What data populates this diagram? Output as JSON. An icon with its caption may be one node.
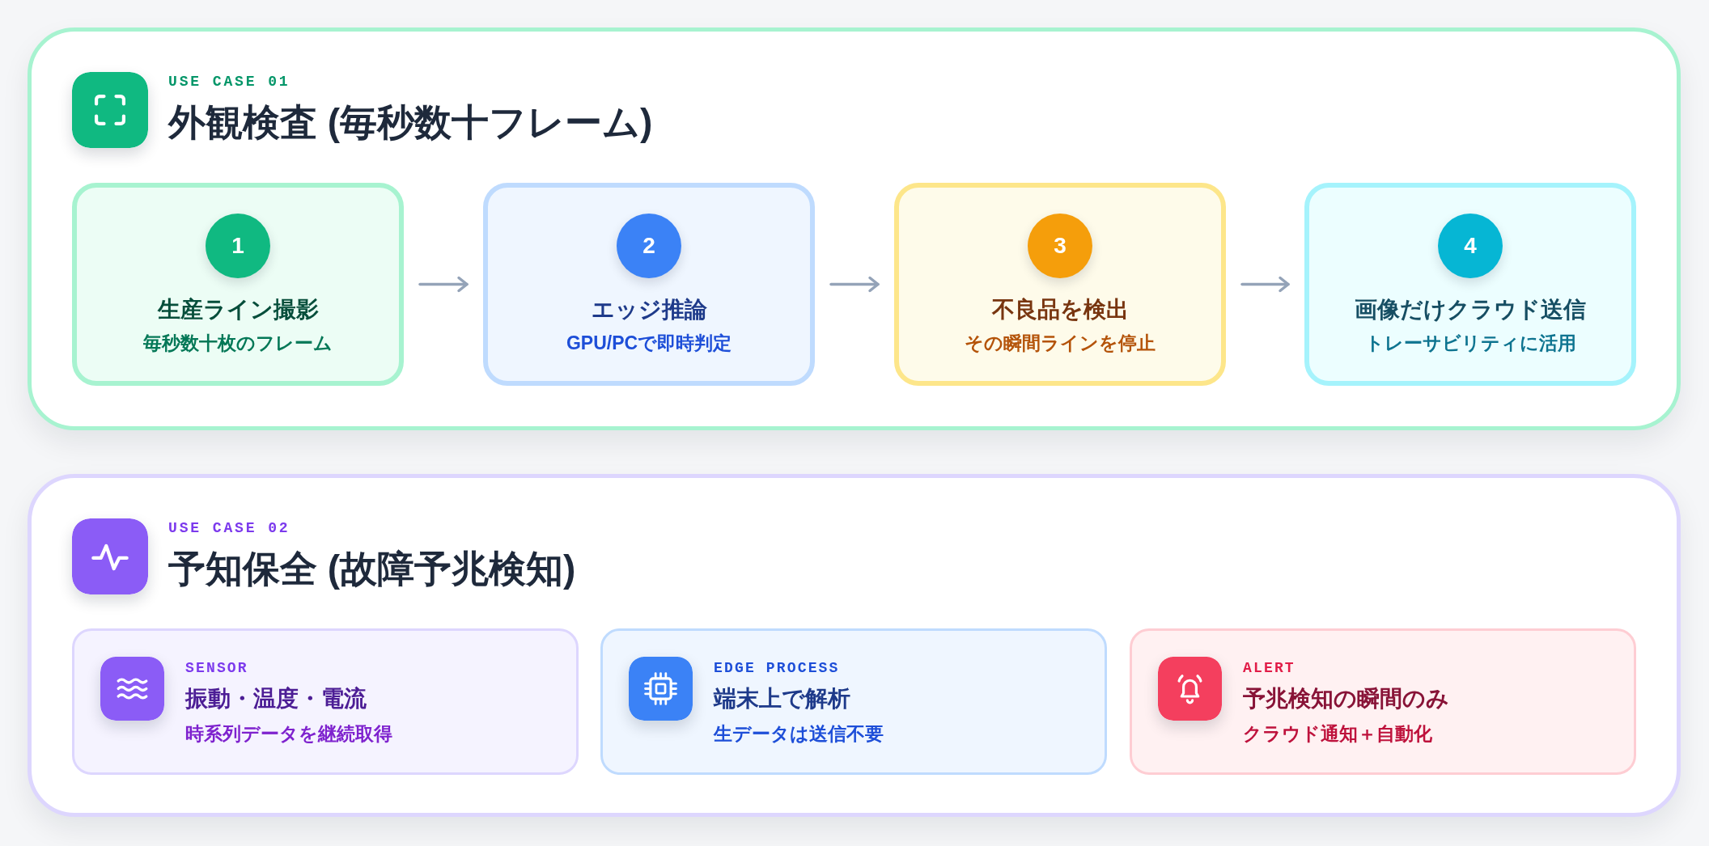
{
  "diagram": {
    "nodes": [
      {
        "text": [
          "USE CASE 01",
          "外観検査 (毎秒数十フレーム)"
        ]
      },
      {
        "text": [
          "生産ライン撮影",
          "毎秒数十枚のフレーム"
        ],
        "in": 0
      },
      {
        "text": [
          "1"
        ],
        "in": 1
      },
      {
        "text": [
          "エッジ推論",
          "GPU/PCで即時判定"
        ],
        "in": 0
      },
      {
        "text": [
          "2"
        ],
        "in": 3
      },
      {
        "text": [
          "不良品を検出",
          "その瞬間ラインを停止"
        ],
        "in": 0
      },
      {
        "text": [
          "3"
        ],
        "in": 5
      },
      {
        "text": [
          "画像だけクラウド送信",
          "トレーサビリティに活用"
        ],
        "in": 0
      },
      {
        "text": [
          "4"
        ],
        "in": 7
      },
      {
        "text": [
          "USE CASE 02",
          "予知保全 (故障予兆検知)"
        ]
      },
      {
        "text": [
          "SENSOR",
          "振動・温度・電流",
          "時系列データを継続取得"
        ],
        "in": 9
      },
      {
        "text": [
          "EDGE PROCESS",
          "端末上で解析",
          "生データは送信不要"
        ],
        "in": 9
      },
      {
        "text": [
          "ALERT",
          "予兆検知の瞬間のみ",
          "クラウド通知＋自動化"
        ],
        "in": 9
      }
    ],
    "edges": [
      {
        "from": 1,
        "to": 3,
        "arrow": "to"
      },
      {
        "from": 3,
        "to": 5,
        "arrow": "to"
      },
      {
        "from": 5,
        "to": 7,
        "arrow": "to"
      }
    ]
  }
}
